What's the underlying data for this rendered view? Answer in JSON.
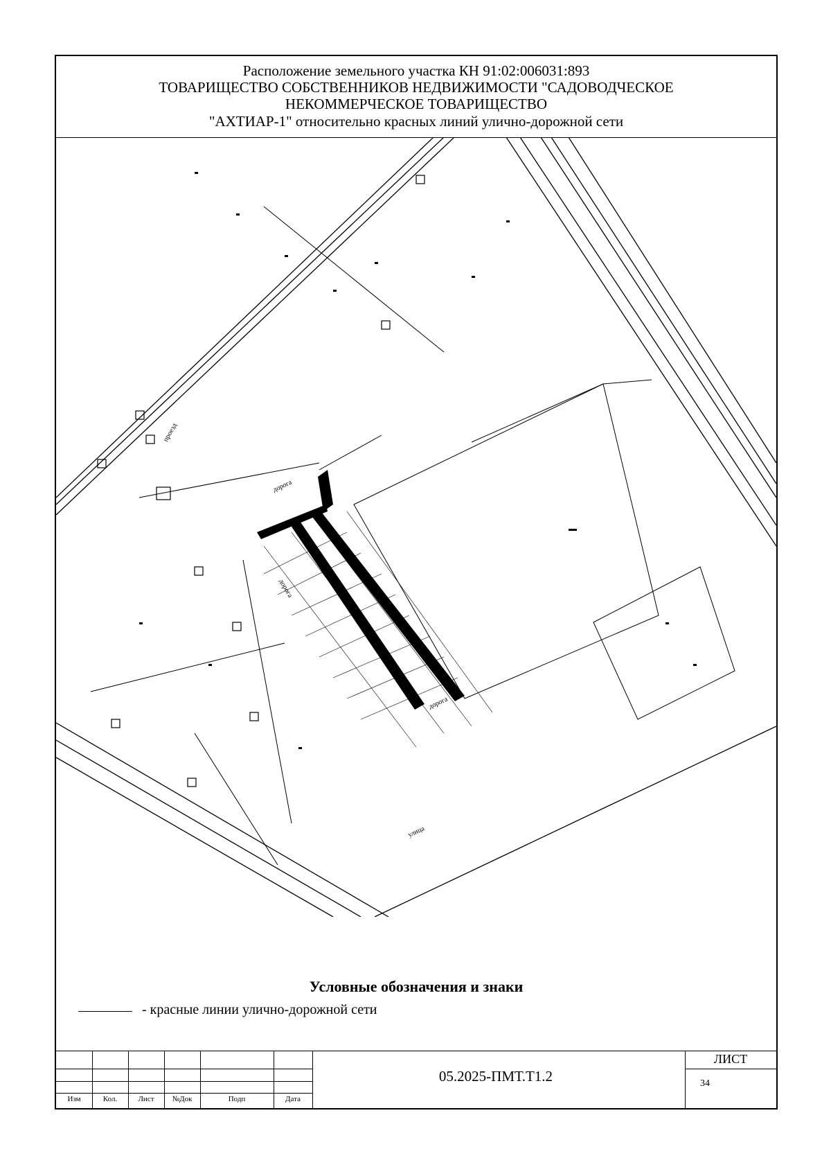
{
  "title": {
    "line1": "Расположение земельного участка КН 91:02:006031:893",
    "line2": "ТОВАРИЩЕСТВО СОБСТВЕННИКОВ НЕДВИЖИМОСТИ \"САДОВОДЧЕСКОЕ",
    "line3": "НЕКОММЕРЧЕСКОЕ ТОВАРИЩЕСТВО",
    "line4": "\"АХТИАР-1\" относительно красных линий улично-дорожной сети"
  },
  "map_labels": {
    "proezd": "проезд",
    "doroga": "дорога",
    "ulitsa": "улица"
  },
  "legend": {
    "title": "Условные обозначения и знаки",
    "red_lines": "-  красные линии улично-дорожной сети"
  },
  "stamp": {
    "columns": [
      "Изм",
      "Кол.",
      "Лист",
      "№Док",
      "Подп",
      "Дата"
    ],
    "doc_code": "05.2025-ПМТ.Т1.2",
    "sheet_label": "ЛИСТ",
    "sheet_number": "34"
  }
}
